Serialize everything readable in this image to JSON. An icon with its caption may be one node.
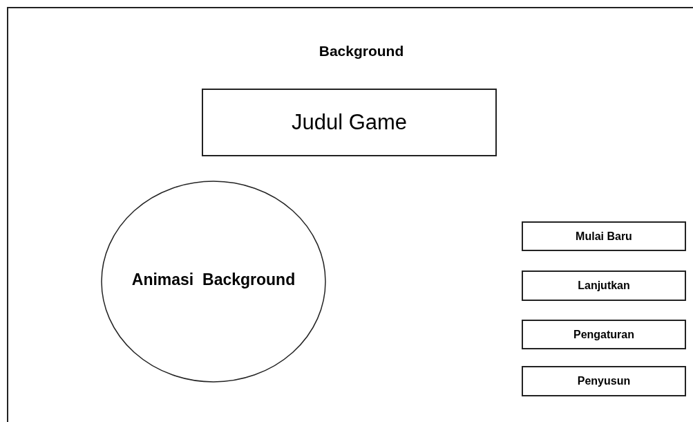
{
  "diagram": {
    "nodes": [
      {
        "text": [
          "Background"
        ]
      },
      {
        "text": [
          "Judul Game"
        ],
        "in": 0
      },
      {
        "text": [
          "Animasi  Background"
        ],
        "in": 0
      },
      {
        "text": [
          "Mulai Baru"
        ],
        "in": 0
      },
      {
        "text": [
          "Lanjutkan"
        ],
        "in": 0
      },
      {
        "text": [
          "Pengaturan"
        ],
        "in": 0
      },
      {
        "text": [
          "Penyusun"
        ],
        "in": 0
      }
    ]
  }
}
